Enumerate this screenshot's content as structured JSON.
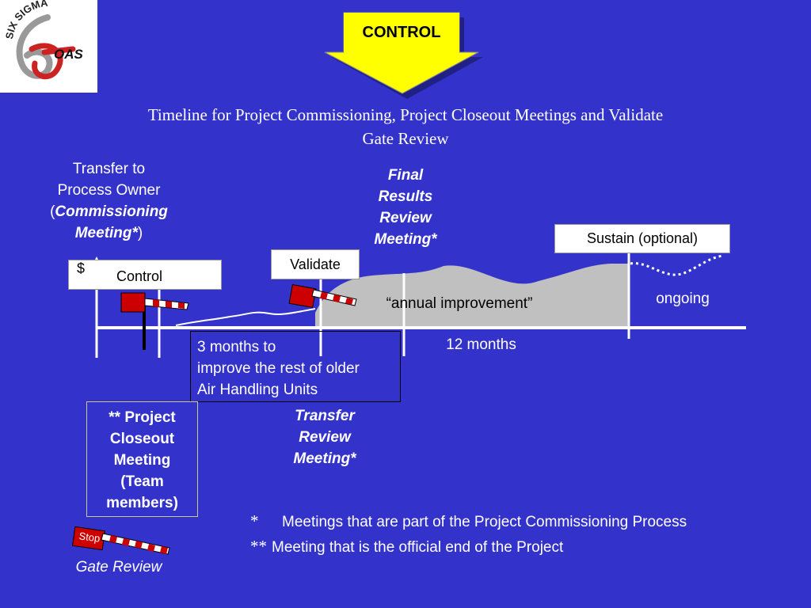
{
  "logo": {
    "top_text": "SIX SIGMA",
    "sub_text": "OAS"
  },
  "banner": {
    "label": "CONTROL"
  },
  "title": {
    "line1": "Timeline for Project Commissioning, Project Closeout Meetings and Validate",
    "line2": "Gate Review"
  },
  "transfer": {
    "line1": "Transfer to",
    "line2": "Process Owner",
    "open_paren": "(",
    "line3": "Commissioning",
    "line4": "Meeting*",
    "close_paren": ")"
  },
  "final_review": {
    "lines": [
      "Final",
      "Results",
      "Review",
      "Meeting*"
    ]
  },
  "sustain": {
    "label": "Sustain (optional)"
  },
  "validate": {
    "label": "Validate"
  },
  "control_box": {
    "label": "Control",
    "dollar": "$"
  },
  "annual": {
    "label": "“annual improvement”"
  },
  "ongoing": {
    "label": "ongoing"
  },
  "three_months": {
    "line1": "3 months to",
    "line2": "improve the rest of older",
    "line3": "Air Handling Units"
  },
  "twelve_months": {
    "label": "12 months"
  },
  "closeout": {
    "lines": [
      "** Project",
      "Closeout",
      "Meeting",
      "(Team",
      "members)"
    ]
  },
  "transfer_review": {
    "lines": [
      "Transfer",
      "Review",
      "Meeting*"
    ]
  },
  "footnotes": {
    "note1_mark": "*",
    "note1": "Meetings that are part of the Project Commissioning Process",
    "note2_mark": "**",
    "note2": "Meeting that is the official end of the Project"
  },
  "stop_sign": {
    "label": "Stop"
  },
  "gate_review": {
    "label": "Gate Review"
  },
  "colors": {
    "background": "#3333cc",
    "banner_fill": "#ffff00",
    "improvement_fill": "#c0c0c0",
    "gate_red": "#cc0000",
    "logo_red": "#cc2222"
  }
}
